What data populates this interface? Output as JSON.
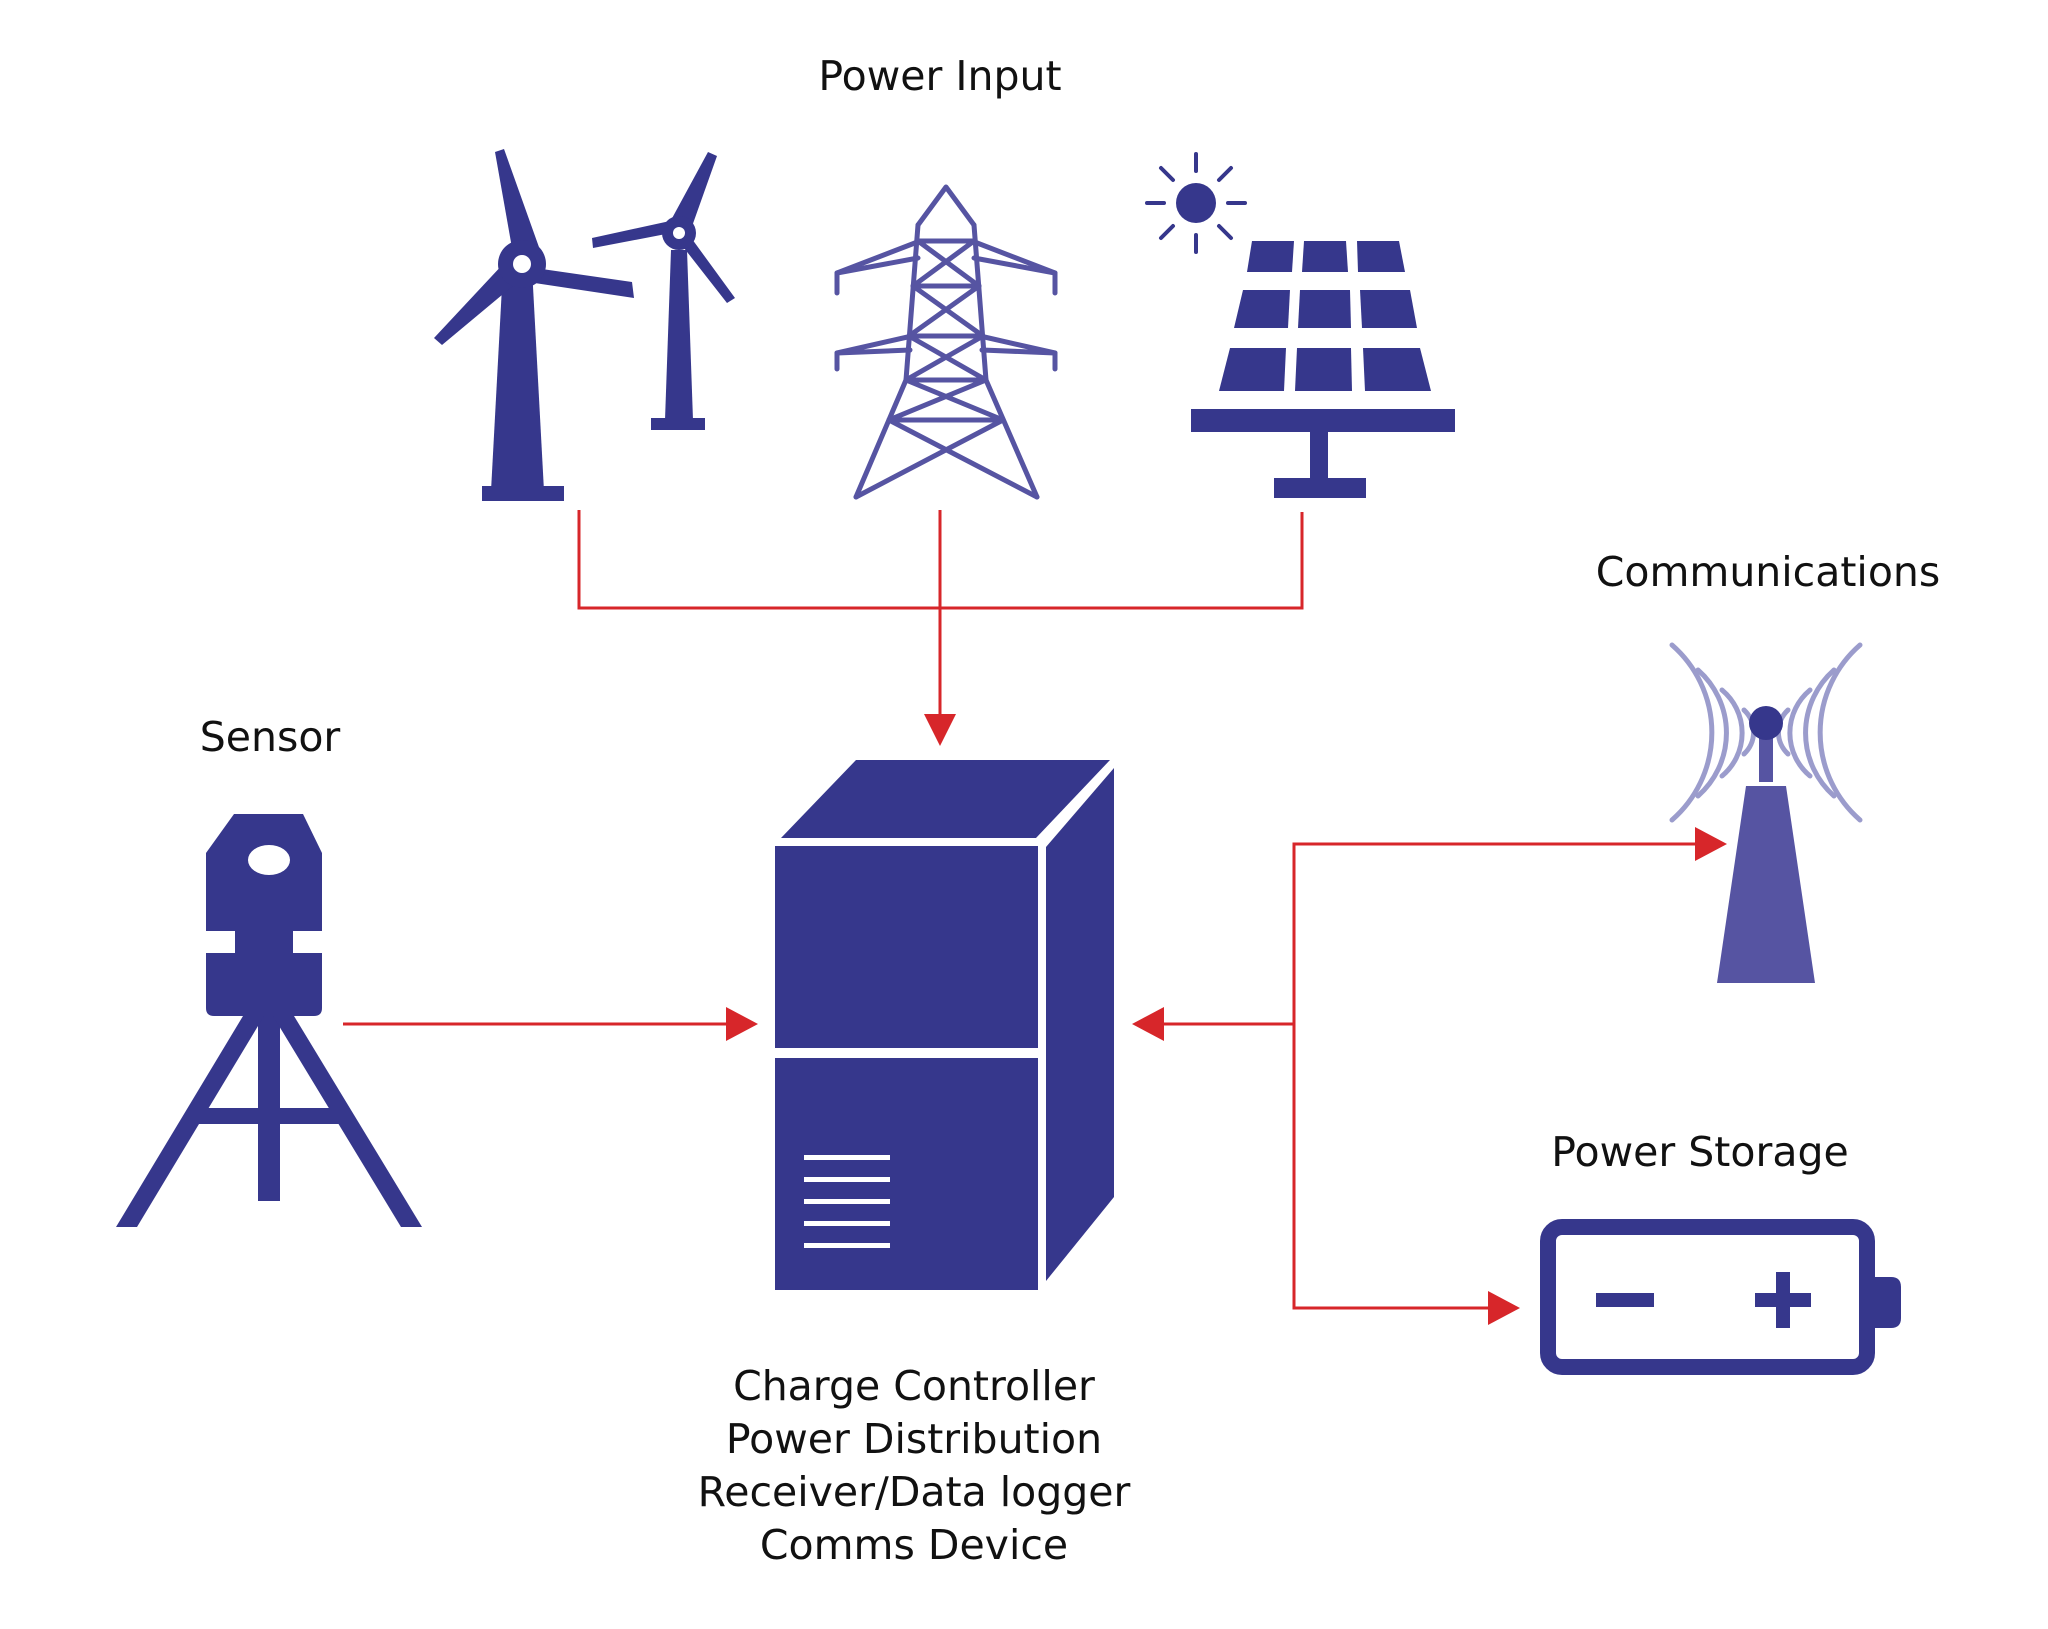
{
  "labels": {
    "power_input": "Power Input",
    "communications": "Communications",
    "sensor": "Sensor",
    "power_storage": "Power Storage",
    "controller_lines": [
      "Charge Controller",
      "Power Distribution",
      "Receiver/Data logger",
      "Comms Device"
    ]
  },
  "battery": {
    "minus": "−",
    "plus": "+"
  },
  "colors": {
    "icon": "#36378c",
    "icon_light": "#5654a2",
    "signal_waves": "#9b9ccc",
    "connector": "#d7262a",
    "text": "#111111",
    "background": "#ffffff"
  },
  "icons": [
    "wind-turbine-icon",
    "transmission-tower-icon",
    "solar-panel-icon",
    "sun-icon",
    "radio-tower-icon",
    "surveyor-tripod-icon",
    "controller-cabinet-icon",
    "battery-icon"
  ]
}
